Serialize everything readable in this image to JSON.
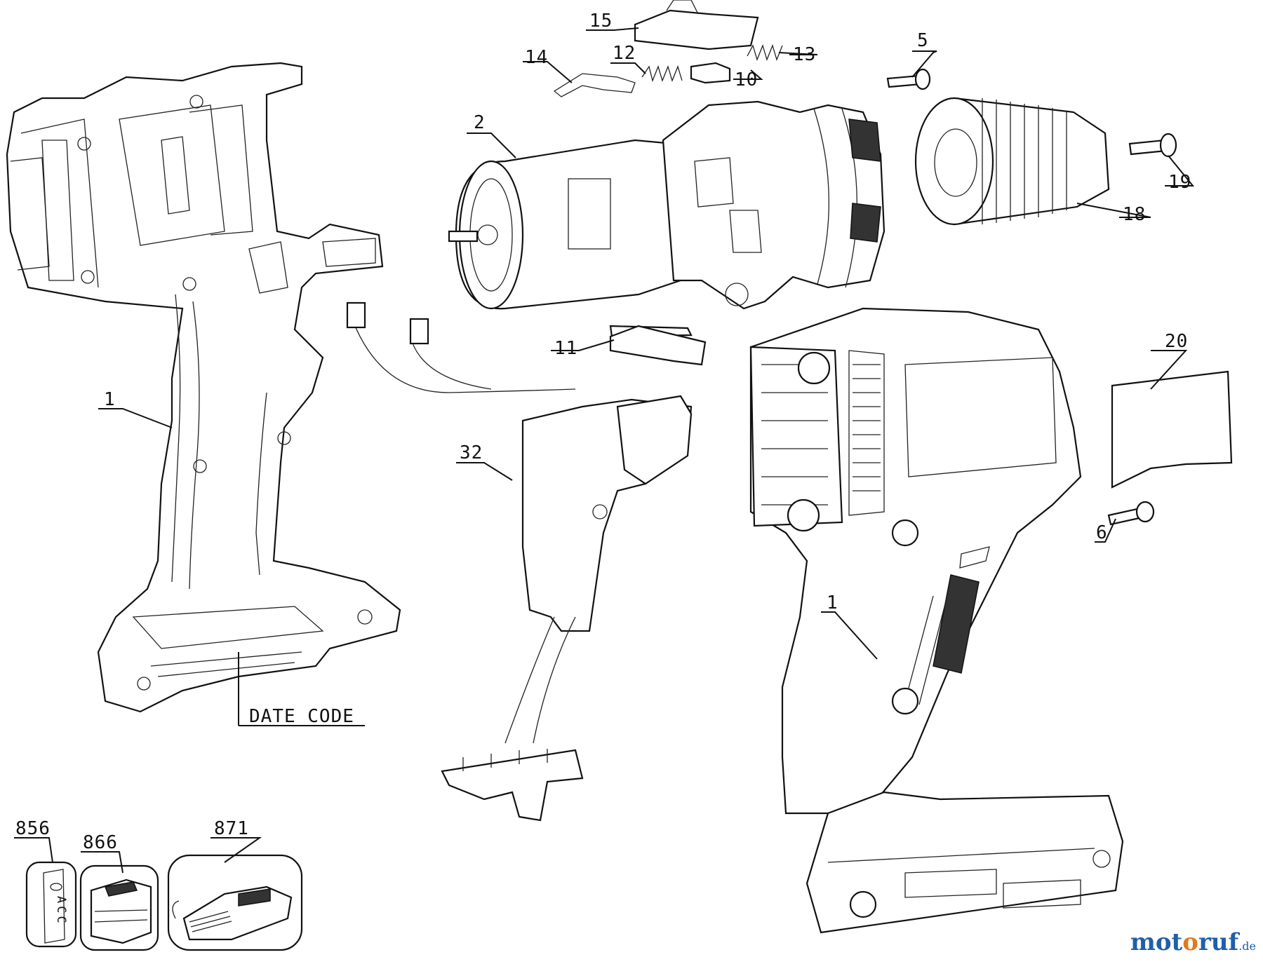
{
  "labels": {
    "p1_left": "1",
    "p1_right": "1",
    "p2": "2",
    "p5": "5",
    "p6": "6",
    "p10": "10",
    "p11": "11",
    "p12": "12",
    "p13": "13",
    "p14": "14",
    "p15": "15",
    "p18": "18",
    "p19": "19",
    "p20": "20",
    "p32": "32",
    "p856": "856",
    "p866": "866",
    "p871": "871",
    "date_code": "DATE CODE"
  },
  "label_856_text": "ACC",
  "watermark": {
    "part1": "mot",
    "part2": "o",
    "part3": "ruf",
    "domain": ".de"
  }
}
